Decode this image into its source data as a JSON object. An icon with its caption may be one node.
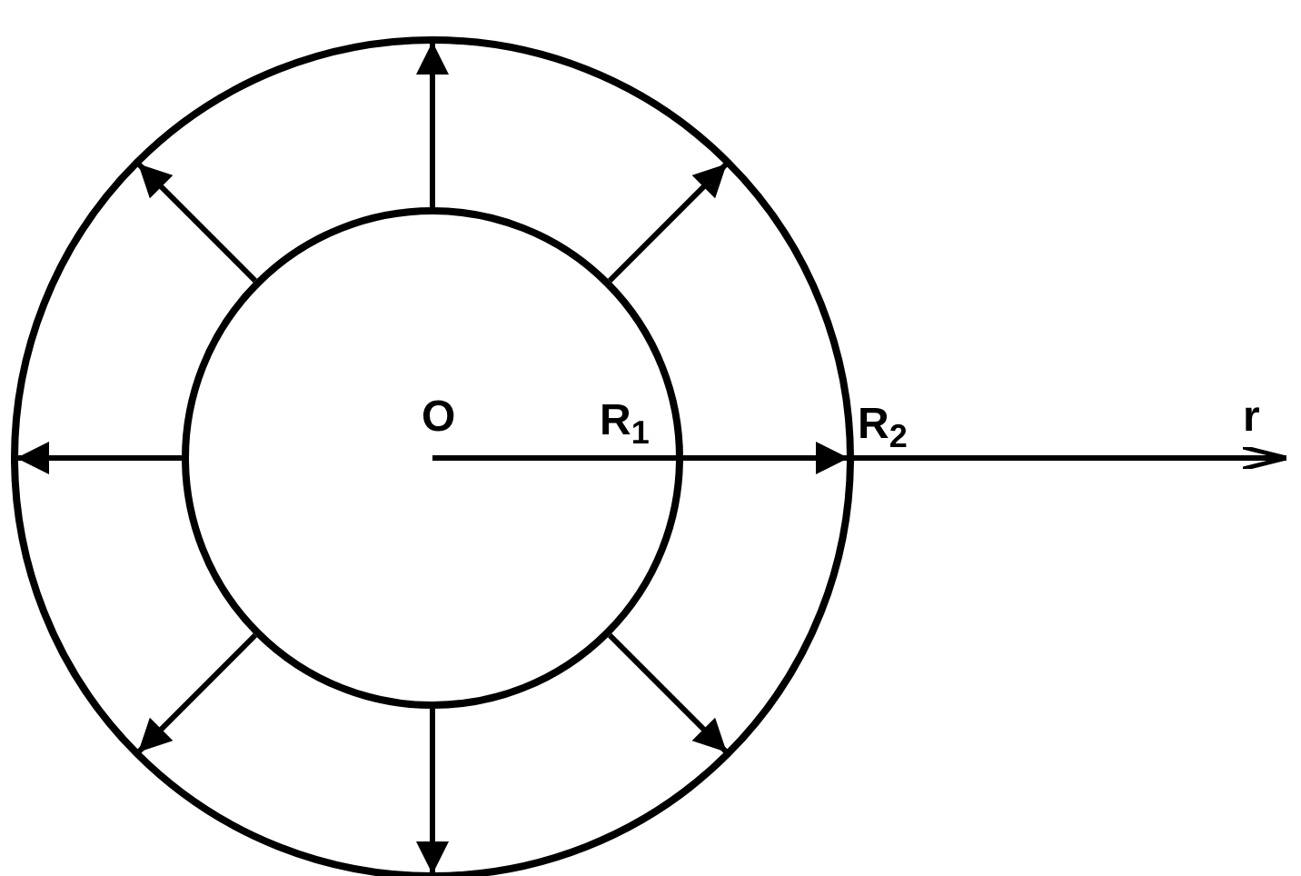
{
  "diagram": {
    "nodes": [
      {
        "text": [],
        "shape": "circle"
      },
      {
        "text": [],
        "shape": "circle",
        "in": 0
      }
    ],
    "edges": [
      {
        "from": 1,
        "to": 0,
        "arrow": "to"
      },
      {
        "from": 1,
        "to": 0,
        "arrow": "to"
      },
      {
        "from": 1,
        "to": 0,
        "arrow": "to"
      },
      {
        "from": 1,
        "to": 0,
        "arrow": "to"
      },
      {
        "from": 1,
        "to": 0,
        "arrow": "to"
      },
      {
        "from": 1,
        "to": 0,
        "arrow": "to"
      },
      {
        "from": 1,
        "to": 0,
        "arrow": "to"
      },
      {
        "from": 1,
        "to": 0,
        "arrow": "to"
      }
    ],
    "labels": [
      "O",
      "R$_{1}$",
      "R$_{2}$",
      "r"
    ]
  }
}
